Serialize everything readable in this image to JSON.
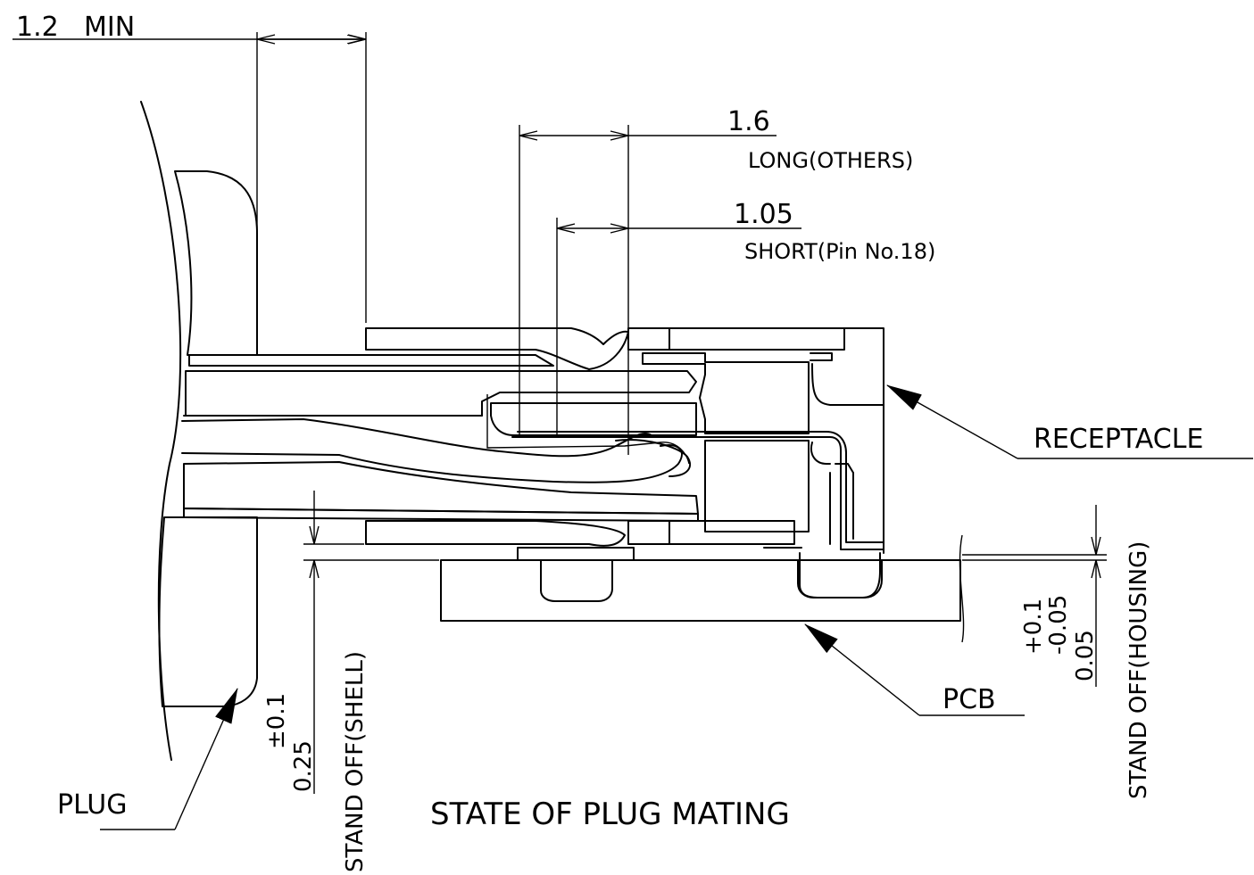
{
  "labels": {
    "min_dim_value": "1.2",
    "min_dim_suffix": "MIN",
    "long_value": "1.6",
    "long_note": "LONG(OTHERS)",
    "short_value": "1.05",
    "short_note": "SHORT(Pin No.18)",
    "receptacle": "RECEPTACLE",
    "pcb": "PCB",
    "plug": "PLUG",
    "shell_value": "0.25",
    "shell_tolerance": "±0.1",
    "shell_note": "STAND OFF(SHELL)",
    "housing_value": "0.05",
    "housing_tol_plus": "+0.1",
    "housing_tol_minus": "-0.05",
    "housing_note": "STAND OFF(HOUSING)",
    "caption": "STATE OF PLUG MATING"
  },
  "colors": {
    "line": "#000000",
    "background": "#ffffff"
  }
}
